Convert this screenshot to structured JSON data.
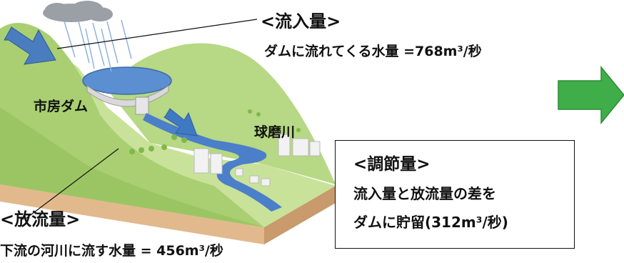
{
  "inflow": {
    "heading": "<流入量>",
    "description": "ダムに流れてくる水量 =768m³/秒"
  },
  "dam": {
    "name": "市房ダム"
  },
  "river": {
    "name": "球磨川"
  },
  "outflow": {
    "heading": "<放流量>",
    "description": "下流の河川に流す水量 = 456m³/秒"
  },
  "regulation": {
    "heading": "<調節量>",
    "line1": "流入量と放流量の差を",
    "line2": "ダムに貯留(312m³/秒)"
  },
  "colors": {
    "inflow_arrow": "#4a7cc0",
    "outflow_arrow": "#3f79c4",
    "next_arrow": "#3fae49",
    "hill": "#bcd98a",
    "soil_front": "#e2b98d",
    "soil_side": "#c89a6c",
    "reservoir": "#5b8fd1",
    "river": "#4b7fc9",
    "cloud": "#9aa0a6"
  },
  "icons": [
    "cloud-icon",
    "inflow-arrow-icon",
    "outflow-arrow-icon",
    "next-step-arrow-icon"
  ]
}
